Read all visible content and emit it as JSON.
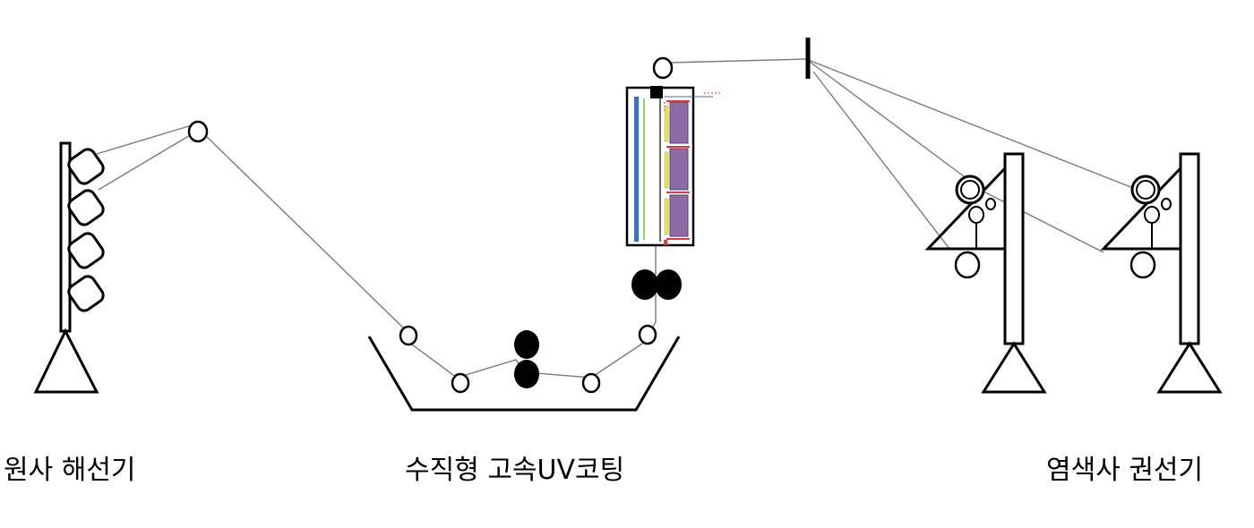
{
  "labels": {
    "unwinder": "원사 해선기",
    "coating": "수직형 고속UV코팅",
    "winder": "염색사 권선기"
  },
  "colors": {
    "line": "#000000",
    "thread": "#7a7a7a",
    "lamp_purple": "#8e6aa6",
    "lamp_yellow": "#e8ec3c",
    "lamp_red": "#e03a3a",
    "lamp_blue": "#3d6fc9",
    "lamp_green": "#8fd46b"
  }
}
